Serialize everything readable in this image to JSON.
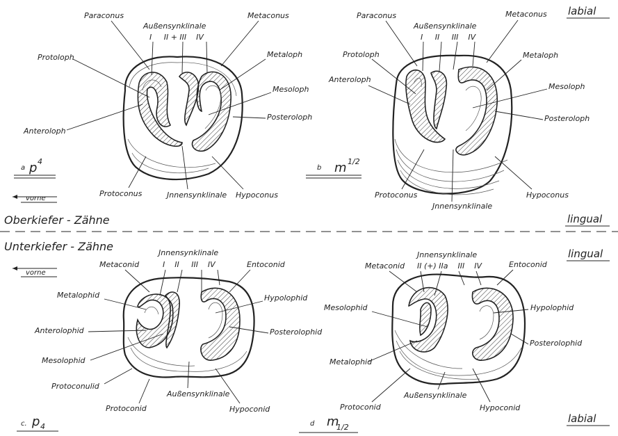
{
  "headers": {
    "labial_top": "labial",
    "lingual_mid_right": "lingual",
    "oberkiefer": "Oberkiefer - Zähne",
    "unterkiefer": "Unterkiefer - Zähne",
    "lingual_lower_right": "lingual",
    "labial_bottom": "labial"
  },
  "vorne": [
    "vorne",
    "vorne"
  ],
  "panels": {
    "a": {
      "letter": "a",
      "tooth": "p",
      "sup": "4",
      "sub": ""
    },
    "b": {
      "letter": "b",
      "tooth": "m",
      "sup": "1/2",
      "sub": ""
    },
    "c": {
      "letter": "c.",
      "tooth": "p",
      "sup": "",
      "sub": "4"
    },
    "d": {
      "letter": "d",
      "tooth": "m",
      "sup": "",
      "sub": "1/2"
    }
  },
  "labels_a": {
    "paraconus": "Paraconus",
    "aussensynklinale": "Außensynklinale",
    "roman": "I     II + III    IV",
    "metaconus": "Metaconus",
    "protoloph": "Protoloph",
    "metaloph": "Metaloph",
    "mesoloph": "Mesoloph",
    "posteroloph": "Posteroloph",
    "anteroloph": "Anteroloph",
    "protoconus": "Protoconus",
    "innensynklinale": "Jnnensynklinale",
    "hypoconus": "Hypoconus"
  },
  "labels_b": {
    "paraconus": "Paraconus",
    "aussensynklinale": "Außensynklinale",
    "roman": "I     II     III    IV",
    "metaconus": "Metaconus",
    "protoloph": "Protoloph",
    "anteroloph": "Anteroloph",
    "metaloph": "Metaloph",
    "mesoloph": "Mesoloph",
    "posteroloph": "Posteroloph",
    "protoconus": "Protoconus",
    "innensynklinale": "Jnnensynklinale",
    "hypoconus": "Hypoconus"
  },
  "labels_c": {
    "innensynklinale": "Jnnensynklinale",
    "metaconid": "Metaconid",
    "roman": "I    II     III    IV",
    "entoconid": "Entoconid",
    "metalophid": "Metalophid",
    "hypolophid": "Hypolophid",
    "anterolophid": "Anterolophid",
    "posterolophid": "Posterolophid",
    "mesolophid": "Mesolophid",
    "protoconulid": "Protoconulid",
    "protoconid": "Protoconid",
    "aussensynklinale": "Außensynklinale",
    "hypoconid": "Hypoconid"
  },
  "labels_d": {
    "innensynklinale": "Jnnensynklinale",
    "metaconid": "Metaconid",
    "roman": "II (+) IIa    III    IV",
    "entoconid": "Entoconid",
    "hypolophid": "Hypolophid",
    "mesolophid": "Mesolophid",
    "posterolophid": "Posterolophid",
    "metalophid": "Metalophid",
    "protoconid": "Protoconid",
    "aussensynklinale": "Außensynklinale",
    "hypoconid": "Hypoconid"
  }
}
